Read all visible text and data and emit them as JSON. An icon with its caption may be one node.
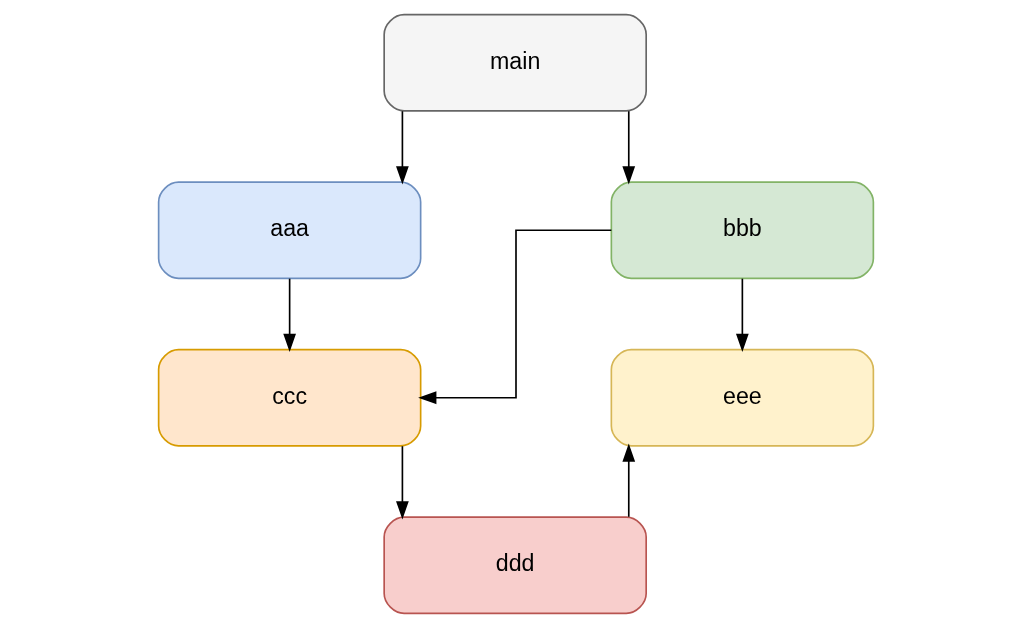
{
  "diagram": {
    "nodes": [
      {
        "text": [
          "main"
        ]
      },
      {
        "text": [
          "aaa"
        ]
      },
      {
        "text": [
          "bbb"
        ]
      },
      {
        "text": [
          "ccc"
        ]
      },
      {
        "text": [
          "ddd"
        ]
      },
      {
        "text": [
          "eee"
        ]
      }
    ],
    "edges": [
      {
        "from": 0,
        "to": 1,
        "arrow": "to"
      },
      {
        "from": 0,
        "to": 2,
        "arrow": "to"
      },
      {
        "from": 1,
        "to": 3,
        "arrow": "to"
      },
      {
        "from": 2,
        "to": 3,
        "arrow": "to"
      },
      {
        "from": 2,
        "to": 5,
        "arrow": "to"
      },
      {
        "from": 3,
        "to": 4,
        "arrow": "to"
      },
      {
        "from": 4,
        "to": 5,
        "arrow": "to"
      }
    ]
  }
}
